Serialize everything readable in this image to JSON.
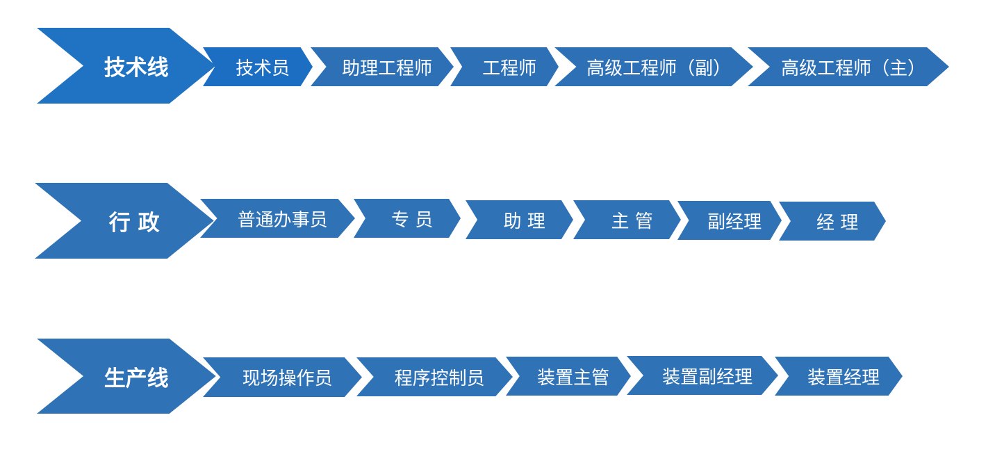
{
  "colors": {
    "primary_blue": "#1f73c2",
    "step_blue": "#2f72b6",
    "background": "#ffffff"
  },
  "rows": [
    {
      "header": "技术线",
      "steps": [
        "技术员",
        "助理工程师",
        "工程师",
        "高级工程师（副）",
        "高级工程师（主）"
      ]
    },
    {
      "header": "行 政",
      "steps": [
        "普通办事员",
        "专 员",
        "助 理",
        "主 管",
        "副经理",
        "经 理"
      ]
    },
    {
      "header": "生产线",
      "steps": [
        "现场操作员",
        "程序控制员",
        "装置主管",
        "装置副经理",
        "装置经理"
      ]
    }
  ]
}
